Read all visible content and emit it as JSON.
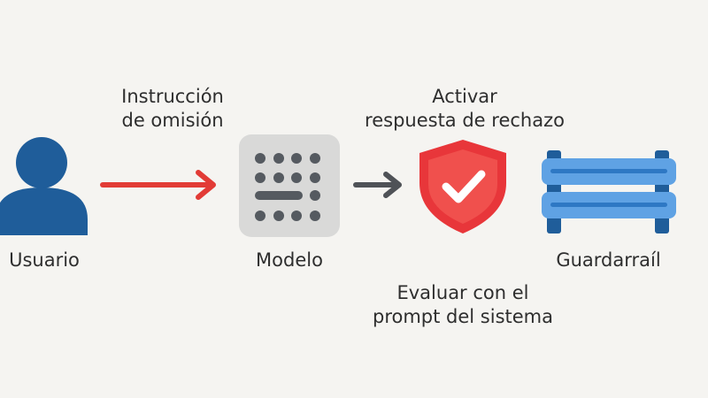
{
  "nodes": {
    "user": {
      "label": "Usuario",
      "icon": "user-icon",
      "color": "#1f5d9a"
    },
    "model": {
      "label": "Modelo",
      "icon": "keyboard-icon",
      "color": "#555a60"
    },
    "shield": {
      "icon": "shield-check-icon",
      "color": "#e8363a"
    },
    "guardrail": {
      "label": "Guardarraíl",
      "icon": "guardrail-icon",
      "color": "#3f8fd6"
    }
  },
  "edges": {
    "user_to_model": {
      "label_line1": "Instrucción",
      "label_line2": "de omisión",
      "color": "#e23b36"
    },
    "model_to_shield": {
      "color": "#4f5257"
    }
  },
  "annotations": {
    "top": {
      "line1": "Activar",
      "line2": "respuesta de rechazo"
    },
    "bottom": {
      "line1": "Evaluar con el",
      "line2": "prompt del sistema"
    }
  }
}
